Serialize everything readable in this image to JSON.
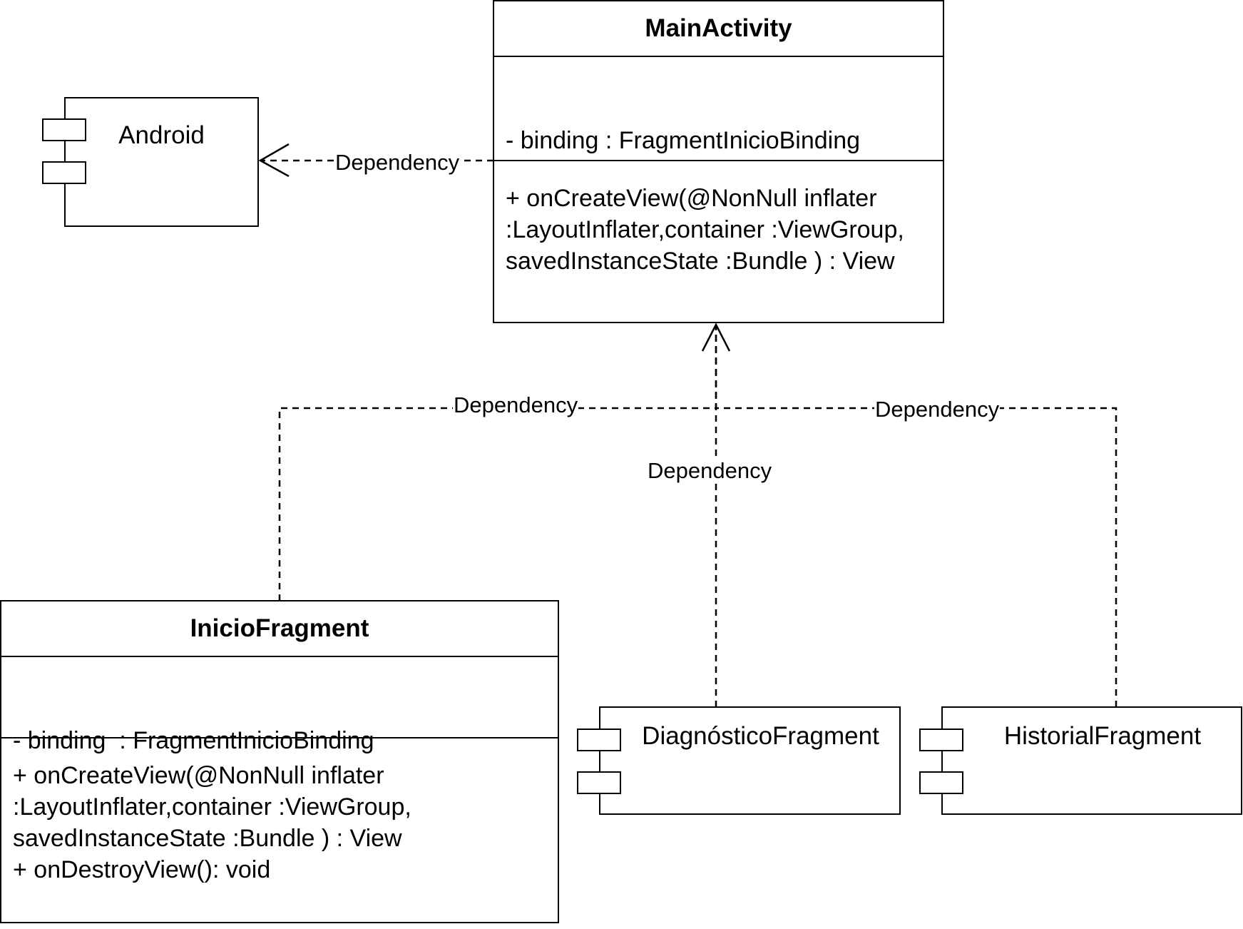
{
  "main_activity": {
    "name": "MainActivity",
    "attributes": [
      "- binding : FragmentInicioBinding"
    ],
    "methods": [
      "+ onCreateView(@NonNull inflater",
      ":LayoutInflater,container :ViewGroup,",
      "savedInstanceState :Bundle ) : View"
    ]
  },
  "inicio_fragment": {
    "name": "InicioFragment",
    "attributes": [
      "- binding  : FragmentInicioBinding"
    ],
    "methods": [
      "+ onCreateView(@NonNull inflater",
      ":LayoutInflater,container :ViewGroup,",
      "savedInstanceState :Bundle ) : View",
      "+ onDestroyView(): void"
    ]
  },
  "components": {
    "android": "Android",
    "diagnostico": "DiagnósticoFragment",
    "historial": "HistorialFragment"
  },
  "edges": {
    "main_to_android": "Dependency",
    "inicio_to_main": "Dependency",
    "historial_to_main": "Dependency",
    "diagnostico_to_main": "Dependency"
  }
}
